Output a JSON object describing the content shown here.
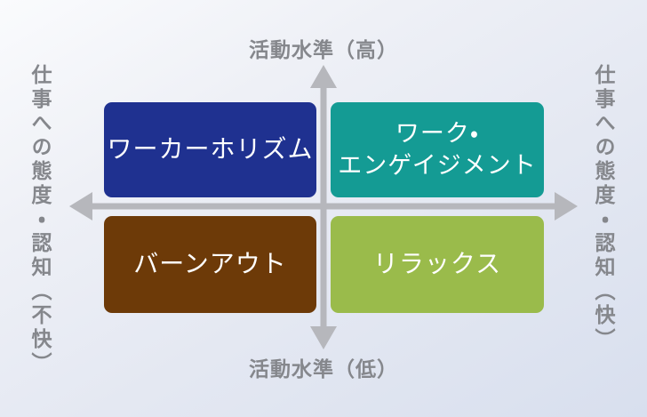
{
  "diagram": {
    "type": "quadrant-matrix",
    "axes": {
      "top_label": "活動水準（高）",
      "bottom_label": "活動水準（低）",
      "left_label": "仕事への態度・認知（不快）",
      "right_label": "仕事への態度・認知（快）"
    },
    "quadrants": [
      {
        "id": "workaholism",
        "position": "top-left",
        "color": "#1f3190",
        "label": "ワーカーホリズム",
        "lines": [
          "ワーカーホリズム"
        ]
      },
      {
        "id": "work-engagement",
        "position": "top-right",
        "color": "#149b94",
        "label": "ワーク・エンゲイジメント",
        "lines": [
          "ワーク・",
          "エンゲイジメント"
        ]
      },
      {
        "id": "burnout",
        "position": "bottom-left",
        "color": "#6d3a08",
        "label": "バーンアウト",
        "lines": [
          "バーンアウト"
        ]
      },
      {
        "id": "relax",
        "position": "bottom-right",
        "color": "#9abb4b",
        "label": "リラックス",
        "lines": [
          "リラックス"
        ]
      }
    ],
    "colors": {
      "axis_arrow": "#b6b7bc",
      "axis_text": "#85878c",
      "quadrant_text": "#ffffff",
      "background_top": "#fafbfd",
      "background_bottom": "#d8dfee"
    }
  }
}
